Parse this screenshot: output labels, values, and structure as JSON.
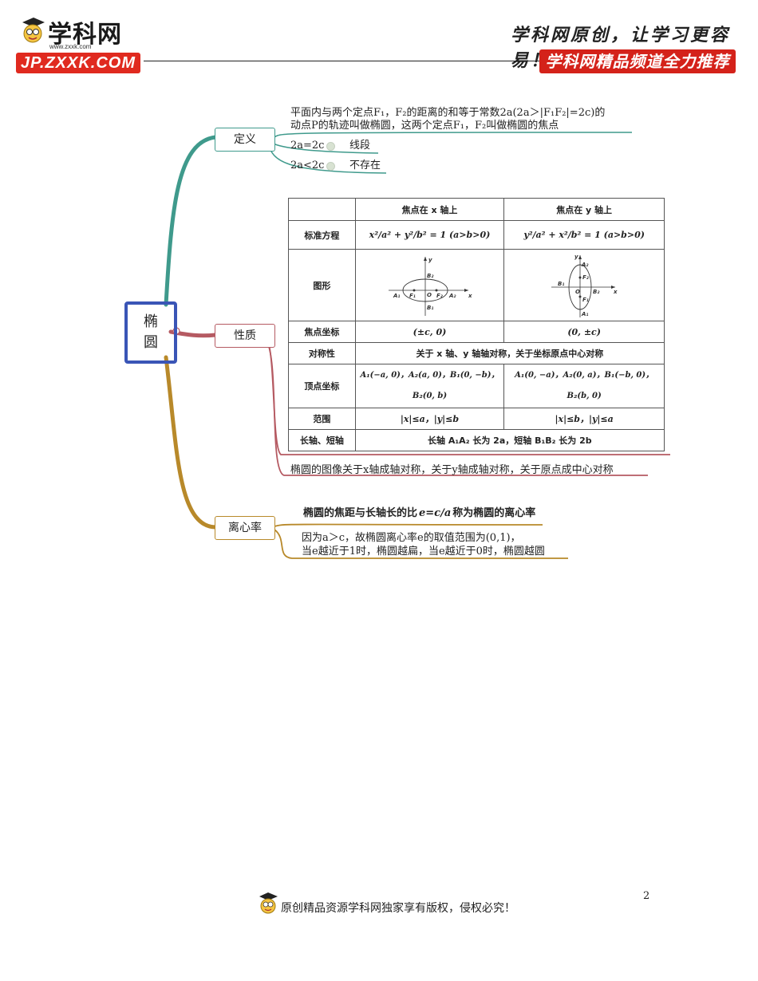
{
  "header": {
    "logo_name": "学科网",
    "logo_url": "www.zxxk.com",
    "logo_domain": "JP.ZXXK.COM",
    "slogan": "学科网原创，让学习更容易！",
    "banner": "学科网精品频道全力推荐"
  },
  "mindmap": {
    "root": "椭圆",
    "definition": {
      "label": "定义",
      "text_line1": "平面内与两个定点F₁，F₂的距离的和等于常数2a(2a＞|F₁F₂|=2c)的",
      "text_line2": "动点P的轨迹叫做椭圆，这两个定点F₁，F₂叫做椭圆的焦点",
      "case1_cond": "2a=2c",
      "case1_result": "线段",
      "case2_cond": "2a<2c",
      "case2_result": "不存在"
    },
    "properties": {
      "label": "性质",
      "table": {
        "header": [
          "",
          "焦点在 x 轴上",
          "焦点在 y 轴上"
        ],
        "rows": {
          "equation": {
            "label": "标准方程",
            "x": "x²/a² + y²/b² = 1 (a>b>0)",
            "y": "y²/a² + x²/b² = 1 (a>b>0)"
          },
          "graph": {
            "label": "图形"
          },
          "foci": {
            "label": "焦点坐标",
            "x": "(±c, 0)",
            "y": "(0, ±c)"
          },
          "symmetry": {
            "label": "对称性",
            "value": "关于 x 轴、y 轴轴对称，关于坐标原点中心对称"
          },
          "vertices": {
            "label": "顶点坐标",
            "x_line1": "A₁(−a, 0)，A₂(a, 0)，B₁(0, −b)，",
            "x_line2": "B₂(0, b)",
            "y_line1": "A₁(0, −a)，A₂(0, a)，B₁(−b, 0)，",
            "y_line2": "B₂(b, 0)"
          },
          "range": {
            "label": "范围",
            "x": "|x|≤a，|y|≤b",
            "y": "|x|≤b，|y|≤a"
          },
          "axes": {
            "label": "长轴、短轴",
            "value": "长轴 A₁A₂ 长为 2a，短轴 B₁B₂ 长为 2b"
          }
        },
        "graph_labels_x": {
          "y": "y",
          "x": "x",
          "o": "O",
          "a1": "A₁",
          "a2": "A₂",
          "b1": "B₁",
          "b2": "B₂",
          "f1": "F₁",
          "f2": "F₂"
        },
        "graph_labels_y": {
          "y": "y",
          "x": "x",
          "o": "O",
          "a1": "A₁",
          "a2": "A₂",
          "b1": "B₁",
          "b2": "B₂",
          "f1": "F₁",
          "f2": "F₂"
        }
      },
      "note": "椭圆的图像关于x轴成轴对称，关于y轴成轴对称，关于原点成中心对称"
    },
    "eccentricity": {
      "label": "离心率",
      "def_prefix": "椭圆的焦距与长轴长的比",
      "def_formula": "e=c/a",
      "def_suffix": "称为椭圆的离心率",
      "text_line1": "因为a＞c，故椭圆离心率e的取值范围为(0,1)，",
      "text_line2": "当e越近于1时，椭圆越扁，当e越近于0时，椭圆越圆"
    }
  },
  "footer": {
    "page_number": "2",
    "copyright": "原创精品资源学科网独家享有版权，侵权必究！"
  },
  "colors": {
    "definition_branch": "#3f9a8c",
    "properties_branch": "#b55a62",
    "eccentricity_branch": "#b8892a",
    "root_border": "#3a55b6",
    "banner_red": "#d4221a"
  }
}
